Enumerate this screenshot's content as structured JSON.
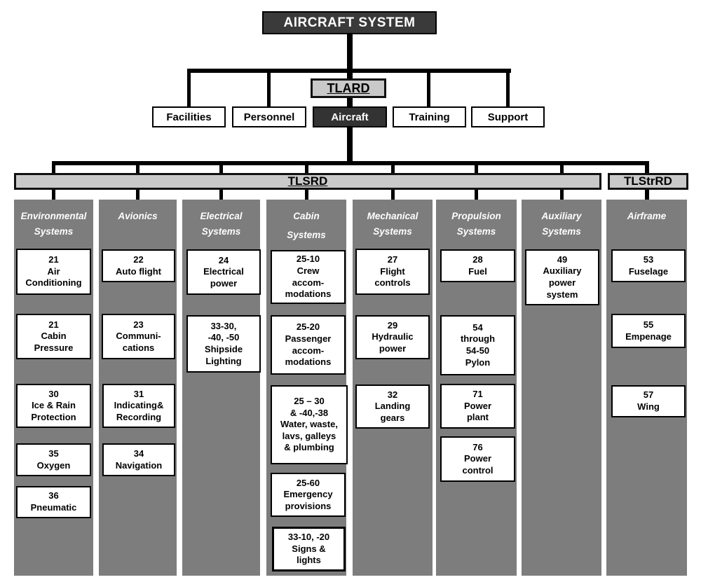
{
  "colors": {
    "node_dark": "#3a3a3a",
    "bar_light": "#c9c9c9",
    "column_gray": "#7d7d7d",
    "line_black": "#000000"
  },
  "root": {
    "title": "AIRCRAFT SYSTEM"
  },
  "tlard": {
    "label": "TLARD"
  },
  "level2": {
    "items": [
      {
        "label": "Facilities"
      },
      {
        "label": "Personnel"
      },
      {
        "label": "Aircraft"
      },
      {
        "label": "Training"
      },
      {
        "label": "Support"
      }
    ]
  },
  "tlsrd": {
    "label": "TLSRD"
  },
  "tlstrrd": {
    "label": "TLStrRD"
  },
  "columns": [
    {
      "header": "Environmental\nSystems",
      "boxes": [
        {
          "text": "21\nAir\nConditioning"
        },
        {
          "text": "21\nCabin\nPressure"
        },
        {
          "text": "30\nIce & Rain\nProtection"
        },
        {
          "text": "35\nOxygen"
        },
        {
          "text": "36\nPneumatic"
        }
      ]
    },
    {
      "header": "Avionics",
      "boxes": [
        {
          "text": "22\nAuto flight"
        },
        {
          "text": "23\nCommuni-\ncations"
        },
        {
          "text": "31\nIndicating&\nRecording"
        },
        {
          "text": "34\nNavigation"
        }
      ]
    },
    {
      "header": "Electrical\nSystems",
      "boxes": [
        {
          "text": "24\nElectrical\npower"
        },
        {
          "text": "33-30,\n-40, -50\nShipside\nLighting"
        }
      ]
    },
    {
      "header": "Cabin\nSystems",
      "boxes": [
        {
          "text": "25-10\nCrew\naccom-\nmodations"
        },
        {
          "text": "25-20\nPassenger\naccom-\nmodations"
        },
        {
          "text": "25 – 30\n& -40,-38\nWater, waste,\nlavs, galleys\n& plumbing"
        },
        {
          "text": "25-60\nEmergency\nprovisions"
        },
        {
          "text": "33-10, -20\nSigns &\nlights"
        }
      ]
    },
    {
      "header": "Mechanical\nSystems",
      "boxes": [
        {
          "text": "27\nFlight\ncontrols"
        },
        {
          "text": "29\nHydraulic\npower"
        },
        {
          "text": "32\nLanding\ngears"
        }
      ]
    },
    {
      "header": "Propulsion\nSystems",
      "boxes": [
        {
          "text": "28\nFuel"
        },
        {
          "text": "54\nthrough\n54-50\nPylon"
        },
        {
          "text": "71\nPower\nplant"
        },
        {
          "text": "76\nPower\ncontrol"
        }
      ]
    },
    {
      "header": "Auxiliary\nSystems",
      "boxes": [
        {
          "text": "49\nAuxiliary\npower\nsystem"
        }
      ]
    },
    {
      "header": "Airframe",
      "boxes": [
        {
          "text": "53\nFuselage"
        },
        {
          "text": "55\nEmpenage"
        },
        {
          "text": "57\nWing"
        }
      ]
    }
  ]
}
